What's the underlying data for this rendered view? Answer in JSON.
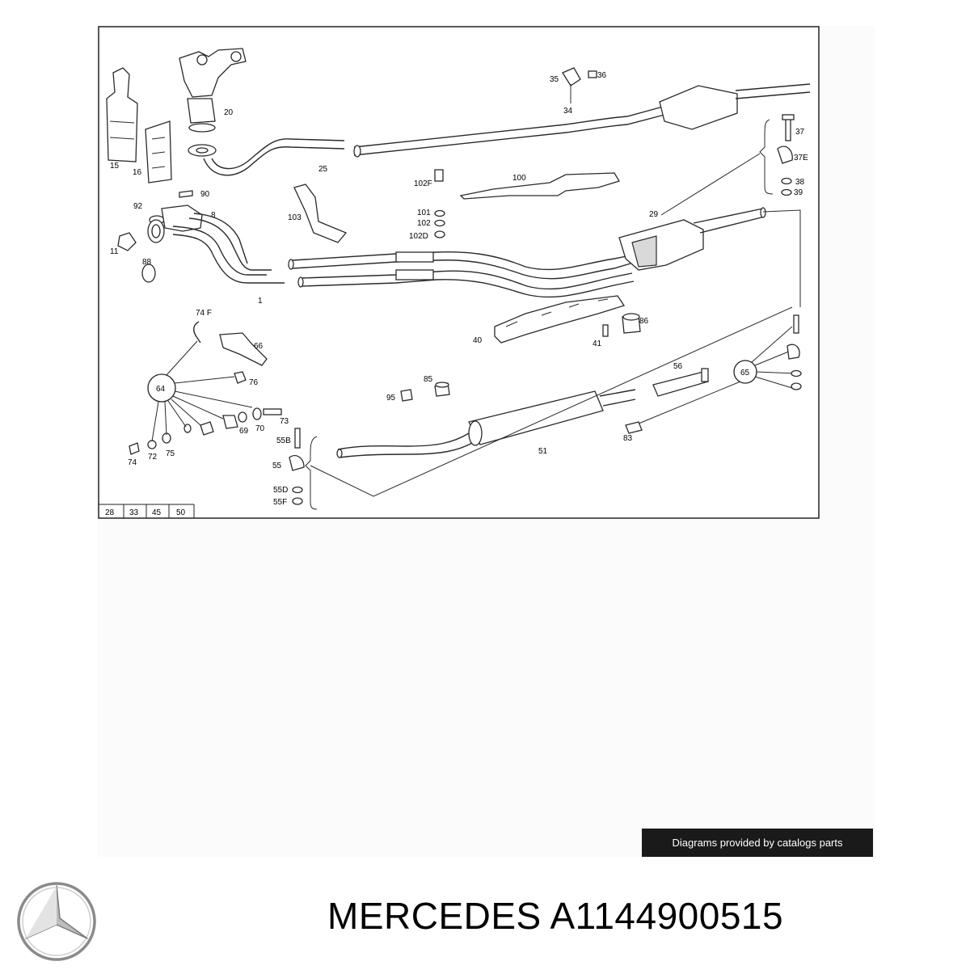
{
  "diagram": {
    "labels": [
      "15",
      "16",
      "20",
      "25",
      "35",
      "36",
      "34",
      "37",
      "37E",
      "38",
      "39",
      "100",
      "102F",
      "101",
      "102",
      "102D",
      "103",
      "92",
      "90",
      "8",
      "11",
      "88",
      "1",
      "29",
      "74 F",
      "66",
      "76",
      "64",
      "85",
      "95",
      "86",
      "40",
      "41",
      "56",
      "65",
      "83",
      "73",
      "69",
      "70",
      "74",
      "72",
      "75",
      "51",
      "55B",
      "55",
      "55D",
      "55F"
    ],
    "page_refs": [
      "28",
      "33",
      "45",
      "50"
    ]
  },
  "credit": "Diagrams provided by catalogs parts",
  "title": {
    "brand": "MERCEDES",
    "part_number": "A1144900515"
  },
  "logo": {
    "icon": "mercedes-star-icon"
  }
}
